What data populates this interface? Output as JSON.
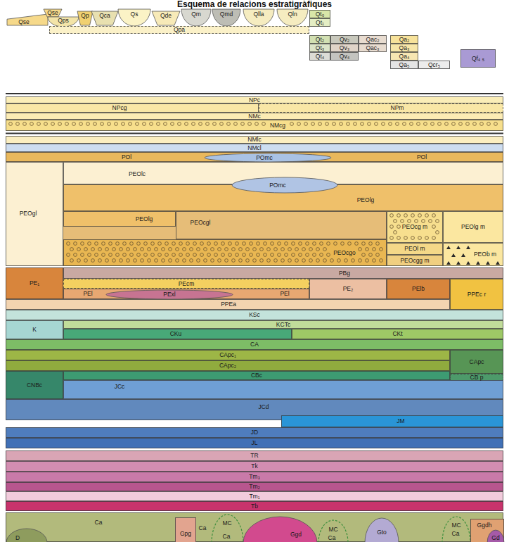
{
  "diagram": {
    "title": "Esquema de relacions estratigràfiques",
    "nodes": [
      {
        "text": [
          "Qse"
        ]
      },
      {
        "text": [
          "Qse"
        ]
      },
      {
        "text": [
          "Qps"
        ]
      },
      {
        "text": [
          "Qp"
        ]
      },
      {
        "text": [
          "Qca"
        ]
      },
      {
        "text": [
          "Qs"
        ]
      },
      {
        "text": [
          "Qde"
        ]
      },
      {
        "text": [
          "Qm"
        ]
      },
      {
        "text": [
          "Qmd"
        ]
      },
      {
        "text": [
          "Qlla"
        ]
      },
      {
        "text": [
          "Qln"
        ]
      },
      {
        "text": [
          "Qpa"
        ]
      },
      {
        "text": [
          "Qt₀"
        ]
      },
      {
        "text": [
          "Qt₁"
        ]
      },
      {
        "text": [
          "Qt₂"
        ]
      },
      {
        "text": [
          "Qv₂"
        ]
      },
      {
        "text": [
          "Qac₂"
        ]
      },
      {
        "text": [
          "Qa₂"
        ]
      },
      {
        "text": [
          "Qt₃"
        ]
      },
      {
        "text": [
          "Qv₃"
        ]
      },
      {
        "text": [
          "Qac₃"
        ]
      },
      {
        "text": [
          "Qa₃"
        ]
      },
      {
        "text": [
          "Qt₄"
        ]
      },
      {
        "text": [
          "Qv₄"
        ]
      },
      {
        "text": [
          "Qa₄"
        ]
      },
      {
        "text": [
          "Qf₄ ₅"
        ]
      },
      {
        "text": [
          "Qa₅"
        ]
      },
      {
        "text": [
          "Qcr₅"
        ]
      },
      {
        "text": [
          "NPc"
        ]
      },
      {
        "text": [
          "NPcg"
        ]
      },
      {
        "text": [
          "NPm"
        ]
      },
      {
        "text": [
          "NMc"
        ]
      },
      {
        "text": [
          "NMcg"
        ]
      },
      {
        "text": [
          "NMlc"
        ]
      },
      {
        "text": [
          "NMcl"
        ]
      },
      {
        "text": [
          "POl",
          "POl"
        ]
      },
      {
        "text": [
          "POmc"
        ],
        "in": 35
      },
      {
        "text": [
          "PEOgl"
        ]
      },
      {
        "text": [
          "PEOlc"
        ]
      },
      {
        "text": [
          "PEOlg"
        ]
      },
      {
        "text": [
          "POmc"
        ]
      },
      {
        "text": [
          "PEOlg"
        ]
      },
      {
        "text": [
          "PEOcgl"
        ]
      },
      {
        "text": [
          "PEOcg m"
        ]
      },
      {
        "text": [
          "PEOlg m"
        ]
      },
      {
        "text": [
          "PEOcgo"
        ]
      },
      {
        "text": [
          "PEOl m"
        ]
      },
      {
        "text": [
          "PEOcgg m"
        ]
      },
      {
        "text": [
          "PEOb m"
        ]
      },
      {
        "text": [
          "PE₁"
        ]
      },
      {
        "text": [
          "PBg"
        ]
      },
      {
        "text": [
          "PEcm"
        ]
      },
      {
        "text": [
          "PEl",
          "PEl"
        ]
      },
      {
        "text": [
          "PExl"
        ],
        "in": 52
      },
      {
        "text": [
          "PE₂"
        ]
      },
      {
        "text": [
          "PElb"
        ]
      },
      {
        "text": [
          "PPEc r"
        ]
      },
      {
        "text": [
          "PPEa"
        ]
      },
      {
        "text": [
          "KSc"
        ]
      },
      {
        "text": [
          "K"
        ]
      },
      {
        "text": [
          "KCTc"
        ]
      },
      {
        "text": [
          "CKu"
        ]
      },
      {
        "text": [
          "CKt"
        ]
      },
      {
        "text": [
          "CA"
        ]
      },
      {
        "text": [
          "CApc₁"
        ]
      },
      {
        "text": [
          "CApc"
        ]
      },
      {
        "text": [
          "CApc₂"
        ]
      },
      {
        "text": [
          "CNBc"
        ]
      },
      {
        "text": [
          "CBc"
        ]
      },
      {
        "text": [
          "CB p"
        ]
      },
      {
        "text": [
          "JCc"
        ]
      },
      {
        "text": [
          "JCd"
        ]
      },
      {
        "text": [
          "JM"
        ]
      },
      {
        "text": [
          "JD"
        ]
      },
      {
        "text": [
          "JL"
        ]
      },
      {
        "text": [
          "TR"
        ]
      },
      {
        "text": [
          "Tk"
        ]
      },
      {
        "text": [
          "Tm₃"
        ]
      },
      {
        "text": [
          "Tm₂"
        ]
      },
      {
        "text": [
          "Tm₁"
        ]
      },
      {
        "text": [
          "Tb"
        ]
      },
      {
        "text": [
          "Ca",
          "Ca",
          "Ca",
          "Ca",
          "Ca"
        ]
      },
      {
        "text": [
          "D"
        ],
        "in": 81
      },
      {
        "text": [
          "Gpg"
        ],
        "in": 81
      },
      {
        "text": [
          "MC"
        ],
        "in": 81
      },
      {
        "text": [
          "Ggd"
        ],
        "in": 81
      },
      {
        "text": [
          "MC"
        ],
        "in": 81
      },
      {
        "text": [
          "Gto"
        ],
        "in": 81
      },
      {
        "text": [
          "MC"
        ],
        "in": 81
      },
      {
        "text": [
          "Ggdh"
        ],
        "in": 81
      },
      {
        "text": [
          "Gd"
        ],
        "in": 81
      }
    ]
  }
}
